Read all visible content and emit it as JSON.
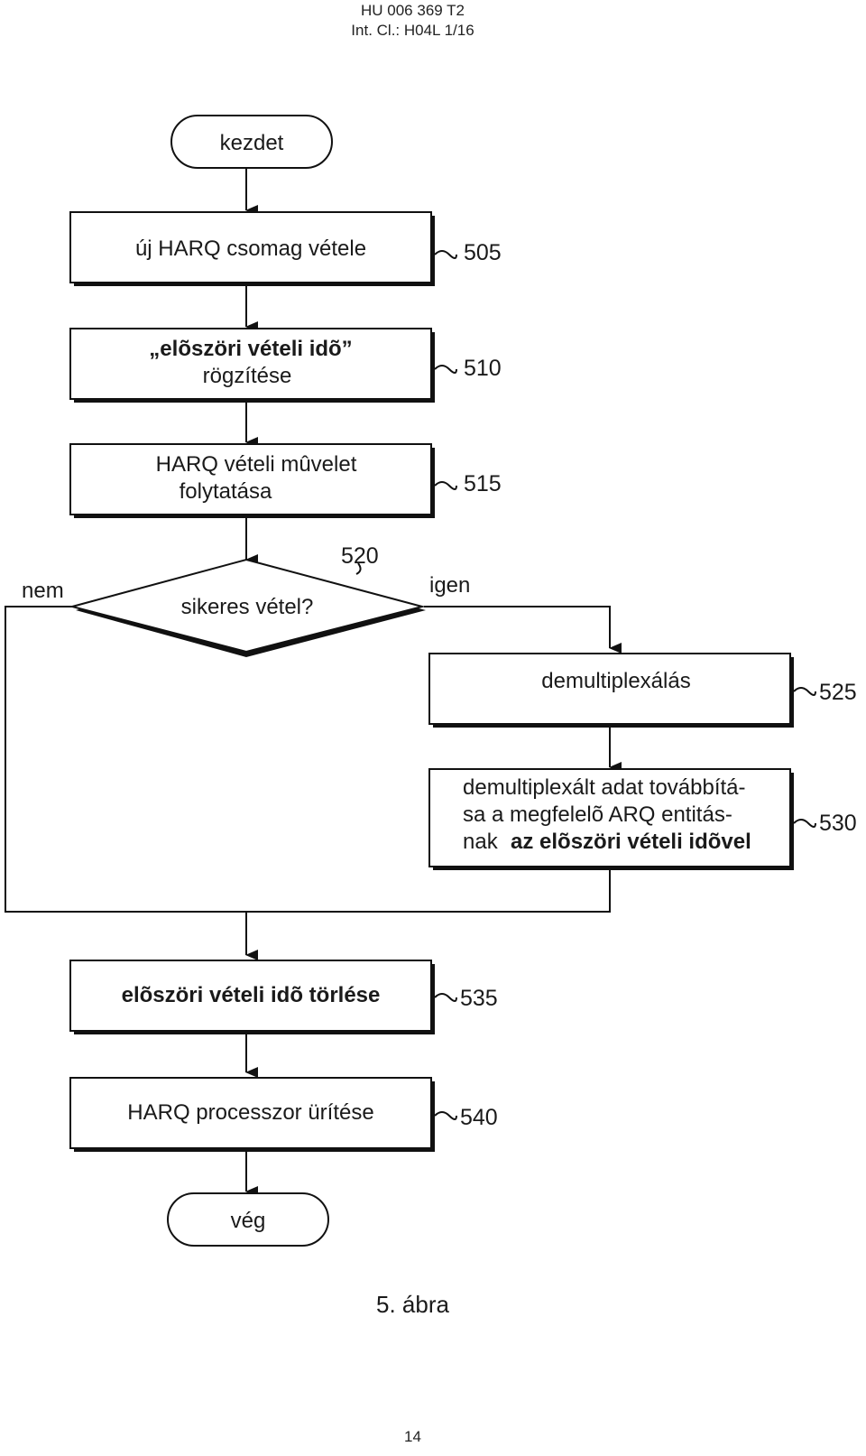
{
  "header": {
    "doc_number": "HU 006 369 T2",
    "classification": "Int. Cl.: H04L 1/16"
  },
  "flowchart": {
    "start": "kezdet",
    "step_505": {
      "line1": "új HARQ csomag vétele",
      "ref": "505"
    },
    "step_510": {
      "line1": "„elõszöri vételi idõ”",
      "line2": "rögzítése",
      "ref": "510"
    },
    "step_515": {
      "line1": "HARQ vételi mûvelet",
      "line2": "folytatása",
      "ref": "515"
    },
    "decision_520": {
      "label": "sikeres vétel?",
      "ref": "520",
      "no": "nem",
      "yes": "igen"
    },
    "step_525": {
      "line1": "demultiplexálás",
      "ref": "525"
    },
    "step_530": {
      "line1": "demultiplexált adat továbbítá-",
      "line2": "sa a megfelelõ ARQ entitás-",
      "line3a": "nak",
      "line3b": "az elõszöri vételi idõvel",
      "ref": "530"
    },
    "step_535": {
      "line1": "elõszöri vételi idõ törlése",
      "ref": "535"
    },
    "step_540": {
      "line1": "HARQ processzor ürítése",
      "ref": "540"
    },
    "end": "vég"
  },
  "caption": "5. ábra",
  "page_number": "14"
}
